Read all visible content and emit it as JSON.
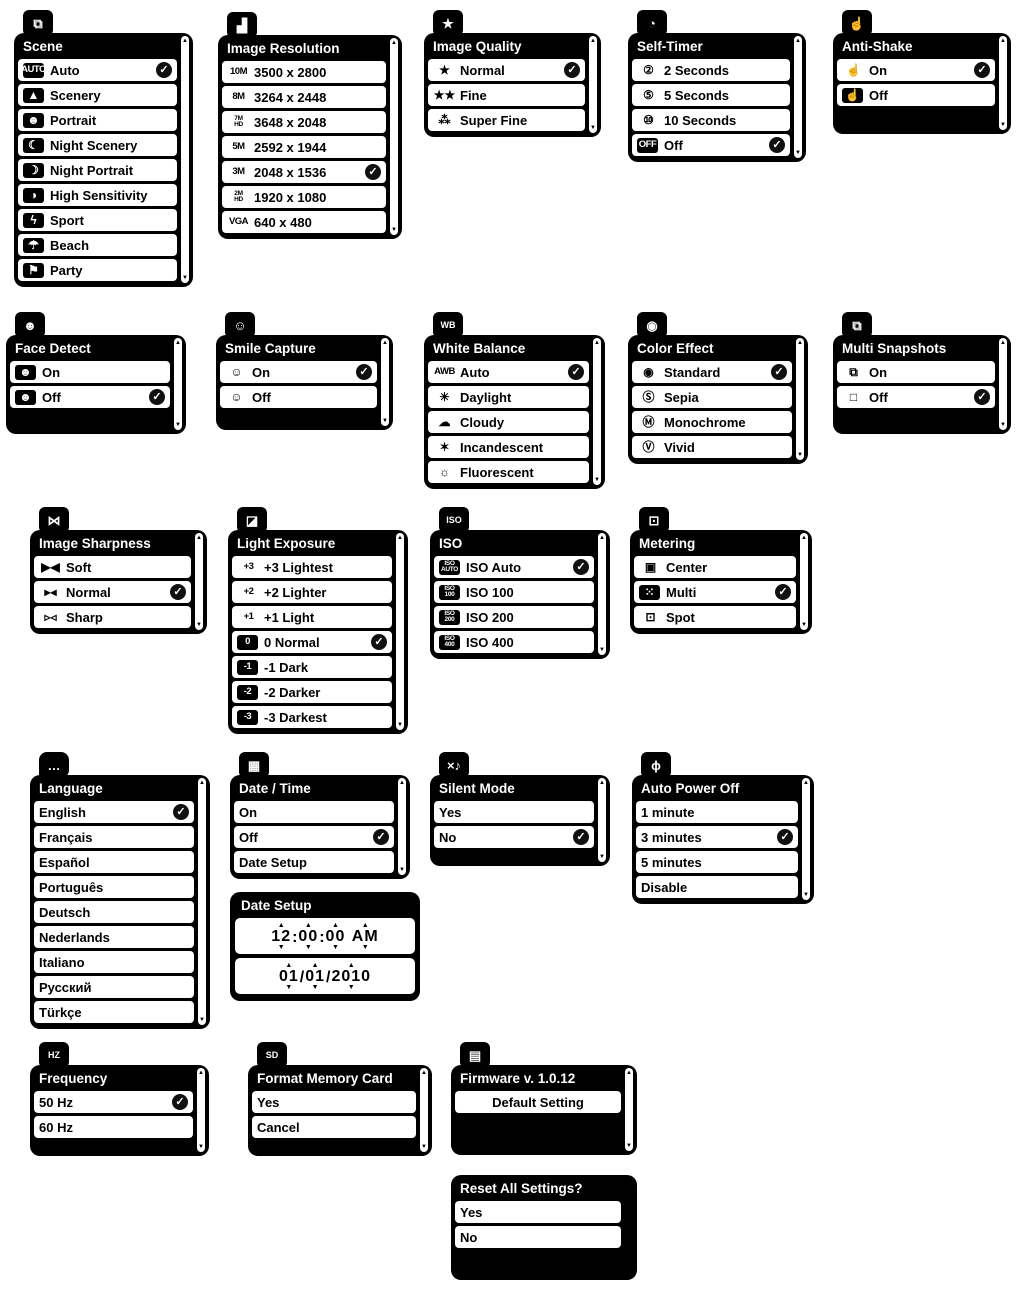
{
  "ui": {
    "check_glyph": "✓",
    "scroll_up_glyph": "▲",
    "scroll_down_glyph": "▼",
    "spinner_up_glyph": "▲",
    "spinner_down_glyph": "▼",
    "panel_color": "#000000",
    "row_color": "#ffffff",
    "text_color": "#000000",
    "title_text_color": "#ffffff"
  },
  "menus": [
    {
      "id": "scene",
      "title": "Scene",
      "tab_icon": {
        "name": "scene-tab-icon",
        "glyph": "⧉"
      },
      "scrollbar": true,
      "items": [
        {
          "icon": "AUTO",
          "solid": true,
          "label": "Auto",
          "checked": true
        },
        {
          "icon": "▲",
          "solid": true,
          "label": "Scenery"
        },
        {
          "icon": "☻",
          "solid": true,
          "label": "Portrait"
        },
        {
          "icon": "☾",
          "solid": true,
          "label": "Night Scenery"
        },
        {
          "icon": "☽",
          "solid": true,
          "label": "Night Portrait"
        },
        {
          "icon": "◑",
          "solid": true,
          "label": "High Sensitivity"
        },
        {
          "icon": "ϟ",
          "solid": true,
          "label": "Sport"
        },
        {
          "icon": "☂",
          "solid": true,
          "label": "Beach"
        },
        {
          "icon": "⚑",
          "solid": true,
          "label": "Party"
        }
      ]
    },
    {
      "id": "image-resolution",
      "title": "Image Resolution",
      "tab_icon": {
        "name": "resolution-tab-icon",
        "glyph": "▟"
      },
      "scrollbar": true,
      "items": [
        {
          "icon": "10M",
          "label": "3500 x 2800"
        },
        {
          "icon": "8M",
          "label": "3264 x 2448"
        },
        {
          "icon": "7M|HD",
          "label": "3648 x 2048"
        },
        {
          "icon": "5M",
          "label": "2592 x 1944"
        },
        {
          "icon": "3M",
          "label": "2048 x 1536",
          "checked": true
        },
        {
          "icon": "2M|HD",
          "label": "1920 x 1080"
        },
        {
          "icon": "VGA",
          "label": "640 x 480"
        }
      ]
    },
    {
      "id": "image-quality",
      "title": "Image Quality",
      "tab_icon": {
        "name": "quality-tab-icon",
        "glyph": "★"
      },
      "scrollbar": true,
      "items": [
        {
          "icon": "★",
          "label": "Normal",
          "checked": true
        },
        {
          "icon": "★★",
          "label": "Fine"
        },
        {
          "icon": "⁂",
          "label": "Super Fine"
        }
      ]
    },
    {
      "id": "self-timer",
      "title": "Self-Timer",
      "tab_icon": {
        "name": "self-timer-tab-icon",
        "glyph": "◔"
      },
      "scrollbar": true,
      "items": [
        {
          "icon": "②",
          "label": "2 Seconds"
        },
        {
          "icon": "⑤",
          "label": "5 Seconds"
        },
        {
          "icon": "⑩",
          "label": "10 Seconds"
        },
        {
          "icon": "OFF",
          "solid": true,
          "label": "Off",
          "checked": true
        }
      ]
    },
    {
      "id": "anti-shake",
      "title": "Anti-Shake",
      "tab_icon": {
        "name": "anti-shake-tab-icon",
        "glyph": "☝"
      },
      "scrollbar": true,
      "items": [
        {
          "icon": "☝",
          "label": "On",
          "checked": true
        },
        {
          "icon": "☝",
          "solid": true,
          "label": "Off"
        }
      ]
    },
    {
      "id": "face-detect",
      "title": "Face Detect",
      "tab_icon": {
        "name": "face-detect-tab-icon",
        "glyph": "☻"
      },
      "scrollbar": true,
      "items": [
        {
          "icon": "☻",
          "solid": true,
          "label": "On"
        },
        {
          "icon": "☻",
          "solid": true,
          "label": "Off",
          "checked": true
        }
      ]
    },
    {
      "id": "smile-capture",
      "title": "Smile Capture",
      "tab_icon": {
        "name": "smile-capture-tab-icon",
        "glyph": "☺"
      },
      "scrollbar": true,
      "items": [
        {
          "icon": "☺",
          "label": "On",
          "checked": true
        },
        {
          "icon": "☺",
          "label": "Off"
        }
      ]
    },
    {
      "id": "white-balance",
      "title": "White Balance",
      "tab_icon": {
        "name": "white-balance-tab-icon",
        "glyph": "WB"
      },
      "scrollbar": true,
      "items": [
        {
          "icon": "AWB",
          "label": "Auto",
          "checked": true
        },
        {
          "icon": "☀",
          "label": "Daylight"
        },
        {
          "icon": "☁",
          "label": "Cloudy"
        },
        {
          "icon": "✶",
          "label": "Incandescent"
        },
        {
          "icon": "☼",
          "label": "Fluorescent"
        }
      ]
    },
    {
      "id": "color-effect",
      "title": "Color Effect",
      "tab_icon": {
        "name": "color-effect-tab-icon",
        "glyph": "◉"
      },
      "scrollbar": true,
      "items": [
        {
          "icon": "◉",
          "label": "Standard",
          "checked": true
        },
        {
          "icon": "Ⓢ",
          "label": "Sepia"
        },
        {
          "icon": "Ⓜ",
          "label": "Monochrome"
        },
        {
          "icon": "Ⓥ",
          "label": "Vivid"
        }
      ]
    },
    {
      "id": "multi-snapshots",
      "title": "Multi Snapshots",
      "tab_icon": {
        "name": "multi-snapshots-tab-icon",
        "glyph": "⧉"
      },
      "scrollbar": true,
      "items": [
        {
          "icon": "⧉",
          "label": "On"
        },
        {
          "icon": "□",
          "label": "Off",
          "checked": true
        }
      ]
    },
    {
      "id": "image-sharpness",
      "title": "Image Sharpness",
      "tab_icon": {
        "name": "sharpness-tab-icon",
        "glyph": "⋈"
      },
      "scrollbar": true,
      "items": [
        {
          "icon": "▶◀",
          "label": "Soft"
        },
        {
          "icon": "▸◂",
          "label": "Normal",
          "checked": true
        },
        {
          "icon": "▹◃",
          "label": "Sharp"
        }
      ]
    },
    {
      "id": "light-exposure",
      "title": "Light Exposure",
      "tab_icon": {
        "name": "exposure-tab-icon",
        "glyph": "◪"
      },
      "scrollbar": true,
      "items": [
        {
          "icon": "+3",
          "label": "+3 Lightest"
        },
        {
          "icon": "+2",
          "label": "+2 Lighter"
        },
        {
          "icon": "+1",
          "label": "+1 Light"
        },
        {
          "icon": "0",
          "solid": true,
          "label": "0 Normal",
          "checked": true
        },
        {
          "icon": "-1",
          "solid": true,
          "label": "-1 Dark"
        },
        {
          "icon": "-2",
          "solid": true,
          "label": "-2 Darker"
        },
        {
          "icon": "-3",
          "solid": true,
          "label": "-3 Darkest"
        }
      ]
    },
    {
      "id": "iso",
      "title": "ISO",
      "tab_icon": {
        "name": "iso-tab-icon",
        "glyph": "ISO"
      },
      "scrollbar": true,
      "items": [
        {
          "icon": "ISO|AUTO",
          "solid": true,
          "label": "ISO Auto",
          "checked": true
        },
        {
          "icon": "ISO|100",
          "solid": true,
          "label": "ISO 100"
        },
        {
          "icon": "ISO|200",
          "solid": true,
          "label": "ISO 200"
        },
        {
          "icon": "ISO|400",
          "solid": true,
          "label": "ISO 400"
        }
      ]
    },
    {
      "id": "metering",
      "title": "Metering",
      "tab_icon": {
        "name": "metering-tab-icon",
        "glyph": "⊡"
      },
      "scrollbar": true,
      "items": [
        {
          "icon": "▣",
          "label": "Center"
        },
        {
          "icon": "⁙",
          "solid": true,
          "label": "Multi",
          "checked": true
        },
        {
          "icon": "⊡",
          "label": "Spot"
        }
      ]
    },
    {
      "id": "language",
      "title": "Language",
      "tab_icon": {
        "name": "language-tab-icon",
        "glyph": "…"
      },
      "scrollbar": true,
      "items": [
        {
          "label": "English",
          "checked": true
        },
        {
          "label": "Français"
        },
        {
          "label": "Español"
        },
        {
          "label": "Português"
        },
        {
          "label": "Deutsch"
        },
        {
          "label": "Nederlands"
        },
        {
          "label": "Italiano"
        },
        {
          "label": "Русский"
        },
        {
          "label": "Türkçe"
        }
      ]
    },
    {
      "id": "date-time",
      "title": "Date / Time",
      "tab_icon": {
        "name": "date-time-tab-icon",
        "glyph": "▦"
      },
      "scrollbar": true,
      "items": [
        {
          "label": "On"
        },
        {
          "label": "Off",
          "checked": true
        },
        {
          "label": "Date Setup"
        }
      ]
    },
    {
      "id": "silent-mode",
      "title": "Silent Mode",
      "tab_icon": {
        "name": "silent-mode-tab-icon",
        "glyph": "×♪"
      },
      "scrollbar": true,
      "items": [
        {
          "label": "Yes"
        },
        {
          "label": "No",
          "checked": true
        }
      ]
    },
    {
      "id": "auto-power-off",
      "title": "Auto Power Off",
      "tab_icon": {
        "name": "auto-power-off-tab-icon",
        "glyph": "ϕ"
      },
      "scrollbar": true,
      "items": [
        {
          "label": "1 minute"
        },
        {
          "label": "3 minutes",
          "checked": true
        },
        {
          "label": "5 minutes"
        },
        {
          "label": "Disable"
        }
      ]
    },
    {
      "id": "frequency",
      "title": "Frequency",
      "tab_icon": {
        "name": "frequency-tab-icon",
        "glyph": "HZ"
      },
      "scrollbar": true,
      "items": [
        {
          "label": "50 Hz",
          "checked": true
        },
        {
          "label": "60 Hz"
        }
      ]
    },
    {
      "id": "format-memory-card",
      "title": "Format Memory Card",
      "tab_icon": {
        "name": "format-memory-card-tab-icon",
        "glyph": "SD"
      },
      "scrollbar": true,
      "items": [
        {
          "label": "Yes"
        },
        {
          "label": "Cancel"
        }
      ]
    },
    {
      "id": "firmware",
      "title": "Firmware v. 1.0.12",
      "tab_icon": {
        "name": "firmware-tab-icon",
        "glyph": "▤"
      },
      "scrollbar": true,
      "items": [
        {
          "label": "Default Setting"
        }
      ]
    },
    {
      "id": "reset-all-settings",
      "title": "Reset All Settings?",
      "tab_icon": null,
      "scrollbar": false,
      "items": [
        {
          "label": "Yes"
        },
        {
          "label": "No"
        }
      ]
    }
  ],
  "date_setup": {
    "title": "Date Setup",
    "time": {
      "hour": "12",
      "minute": "00",
      "second": "00",
      "period": "AM",
      "separator": ":",
      "display": "12:00:00 AM"
    },
    "date": {
      "month": "01",
      "day": "01",
      "year": "2010",
      "separator": "/",
      "display": "01/01/2010"
    }
  }
}
